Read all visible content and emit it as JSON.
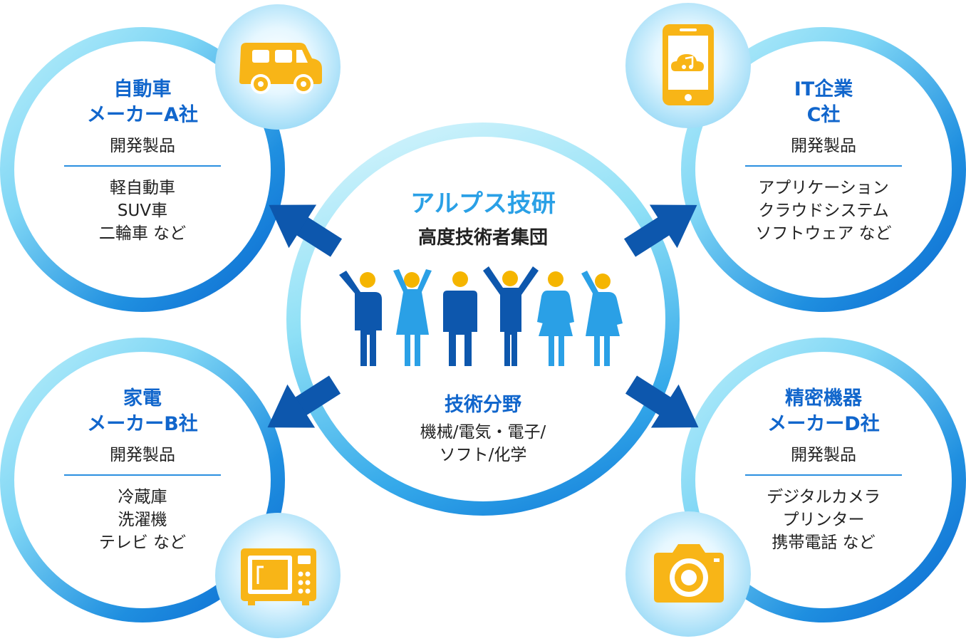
{
  "center": {
    "title": "アルプス技研",
    "subtitle": "高度技術者集団",
    "field_title": "技術分野",
    "fields": [
      "機械/電気・電子/",
      "ソフト/化学"
    ]
  },
  "companies": [
    {
      "name_lines": [
        "自動車",
        "メーカーA社"
      ],
      "dev_label": "開発製品",
      "products": [
        "軽自動車",
        "SUV車",
        "二輪車 など"
      ],
      "icon": "car-icon"
    },
    {
      "name_lines": [
        "IT企業",
        "C社"
      ],
      "dev_label": "開発製品",
      "products": [
        "アプリケーション",
        "クラウドシステム",
        "ソフトウェア など"
      ],
      "icon": "smartphone-cloud-icon"
    },
    {
      "name_lines": [
        "家電",
        "メーカーB社"
      ],
      "dev_label": "開発製品",
      "products": [
        "冷蔵庫",
        "洗濯機",
        "テレビ など"
      ],
      "icon": "microwave-icon"
    },
    {
      "name_lines": [
        "精密機器",
        "メーカーD社"
      ],
      "dev_label": "開発製品",
      "products": [
        "デジタルカメラ",
        "プリンター",
        "携帯電話 など"
      ],
      "icon": "camera-icon"
    }
  ],
  "colors": {
    "dark_blue": "#0d57ad",
    "mid_blue": "#1f8fe0",
    "light_blue": "#2aa0e6",
    "icon_yellow": "#f8b517",
    "head_yellow": "#f5b500"
  }
}
